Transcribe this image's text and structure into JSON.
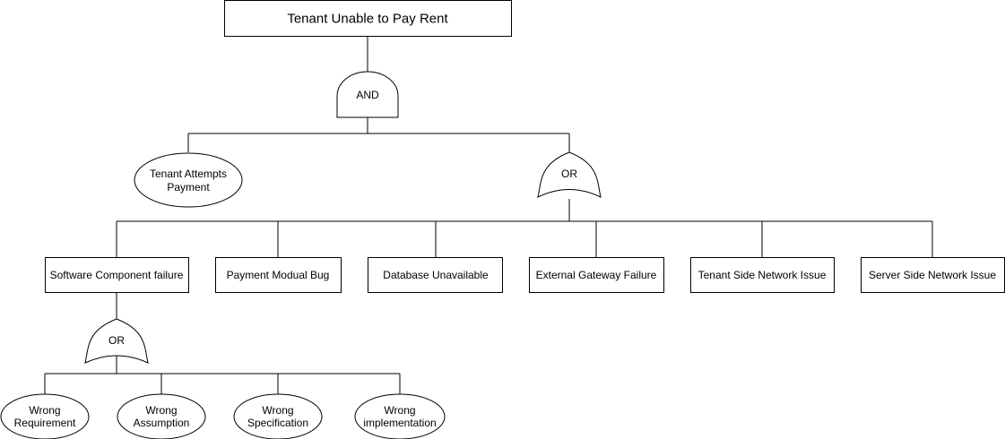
{
  "diagram": {
    "top_event": "Tenant Unable to Pay Rent",
    "gates": {
      "top_and": "AND",
      "cause_or": "OR",
      "software_or": "OR"
    },
    "events": {
      "tenant_attempts": [
        "Tenant Attempts",
        "Payment"
      ],
      "software_failure": "Software Component failure",
      "payment_bug": "Payment Modual Bug",
      "database_unavailable": "Database Unavailable",
      "external_gateway": "External Gateway Failure",
      "tenant_network": "Tenant Side Network Issue",
      "server_network": "Server Side Network Issue",
      "wrong_requirement": [
        "Wrong",
        "Requirement"
      ],
      "wrong_assumption": [
        "Wrong",
        "Assumption"
      ],
      "wrong_specification": [
        "Wrong",
        "Specification"
      ],
      "wrong_implementation": [
        "Wrong",
        "implementation"
      ]
    },
    "colors": {
      "stroke": "#000000",
      "fill": "#ffffff",
      "text": "#000000"
    }
  }
}
